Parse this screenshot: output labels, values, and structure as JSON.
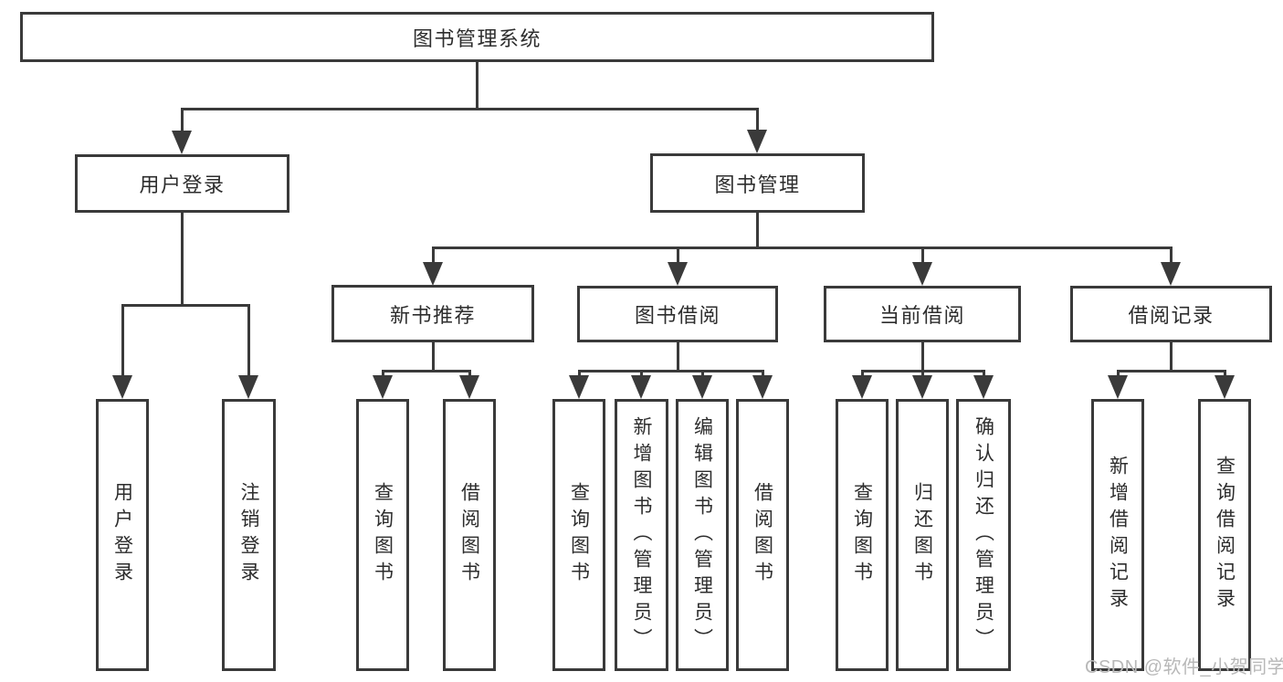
{
  "tree": {
    "label": "图书管理系统",
    "children": [
      {
        "label": "用户登录",
        "children": [
          {
            "label": "用户登录"
          },
          {
            "label": "注销登录"
          }
        ]
      },
      {
        "label": "图书管理",
        "children": [
          {
            "label": "新书推荐",
            "children": [
              {
                "label": "查询图书"
              },
              {
                "label": "借阅图书"
              }
            ]
          },
          {
            "label": "图书借阅",
            "children": [
              {
                "label": "查询图书"
              },
              {
                "label": "新增图书（管理员）"
              },
              {
                "label": "编辑图书（管理员）"
              },
              {
                "label": "借阅图书"
              }
            ]
          },
          {
            "label": "当前借阅",
            "children": [
              {
                "label": "查询图书"
              },
              {
                "label": "归还图书"
              },
              {
                "label": "确认归还（管理员）"
              }
            ]
          },
          {
            "label": "借阅记录",
            "children": [
              {
                "label": "新增借阅记录"
              },
              {
                "label": "查询借阅记录"
              }
            ]
          }
        ]
      }
    ]
  },
  "watermark": "CSDN @软件_小贺同学",
  "colors": {
    "line": "#3a3a3a",
    "box_border": "#3a3a3a",
    "text": "#2d2d2d",
    "watermark": "#b8b8b8",
    "background": "#ffffff"
  }
}
